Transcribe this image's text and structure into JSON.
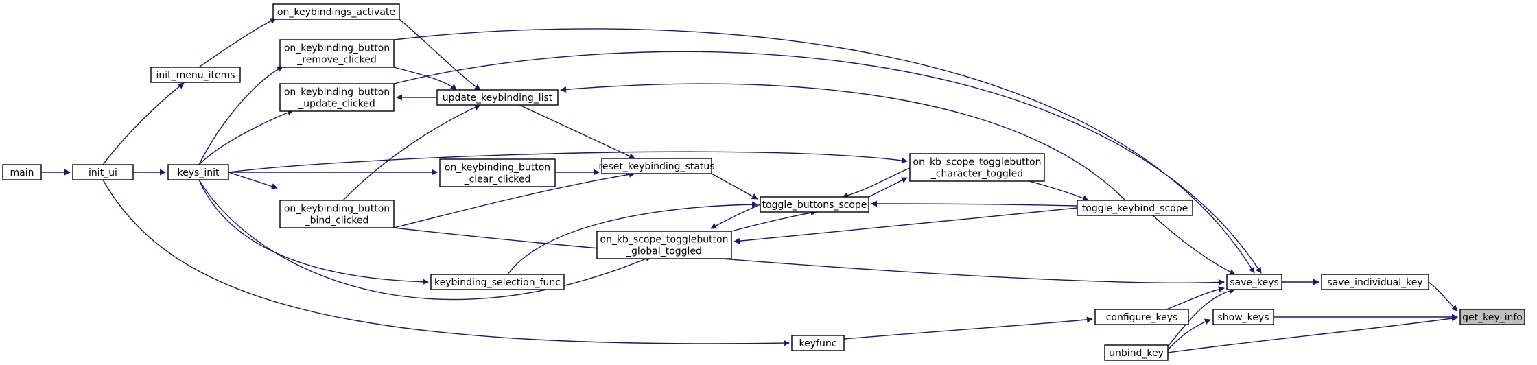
{
  "graph": {
    "nodes": {
      "main": {
        "lines": [
          "main"
        ]
      },
      "init_ui": {
        "lines": [
          "init_ui"
        ]
      },
      "init_menu_items": {
        "lines": [
          "init_menu_items"
        ]
      },
      "keys_init": {
        "lines": [
          "keys_init"
        ]
      },
      "on_keybindings_activate": {
        "lines": [
          "on_keybindings_activate"
        ]
      },
      "on_keybinding_button_remove_clicked": {
        "lines": [
          "on_keybinding_button",
          "_remove_clicked"
        ]
      },
      "on_keybinding_button_update_clicked": {
        "lines": [
          "on_keybinding_button",
          "_update_clicked"
        ]
      },
      "update_keybinding_list": {
        "lines": [
          "update_keybinding_list"
        ]
      },
      "on_keybinding_button_clear_clicked": {
        "lines": [
          "on_keybinding_button",
          "_clear_clicked"
        ]
      },
      "on_keybinding_button_bind_clicked": {
        "lines": [
          "on_keybinding_button",
          "_bind_clicked"
        ]
      },
      "reset_keybinding_status": {
        "lines": [
          "reset_keybinding_status"
        ]
      },
      "keybinding_selection_func": {
        "lines": [
          "keybinding_selection_func"
        ]
      },
      "toggle_buttons_scope": {
        "lines": [
          "toggle_buttons_scope"
        ]
      },
      "on_kb_scope_togglebutton_character_toggled": {
        "lines": [
          "on_kb_scope_togglebutton",
          "_character_toggled"
        ]
      },
      "on_kb_scope_togglebutton_global_toggled": {
        "lines": [
          "on_kb_scope_togglebutton",
          "_global_toggled"
        ]
      },
      "toggle_keybind_scope": {
        "lines": [
          "toggle_keybind_scope"
        ]
      },
      "keyfunc": {
        "lines": [
          "keyfunc"
        ]
      },
      "configure_keys": {
        "lines": [
          "configure_keys"
        ]
      },
      "save_keys": {
        "lines": [
          "save_keys"
        ]
      },
      "show_keys": {
        "lines": [
          "show_keys"
        ]
      },
      "unbind_key": {
        "lines": [
          "unbind_key"
        ]
      },
      "save_individual_key": {
        "lines": [
          "save_individual_key"
        ]
      },
      "get_key_info": {
        "lines": [
          "get_key_info"
        ]
      }
    },
    "highlighted_node": "get_key_info",
    "edge_color": "#191970",
    "highlight_fill": "#bfbfbf"
  }
}
